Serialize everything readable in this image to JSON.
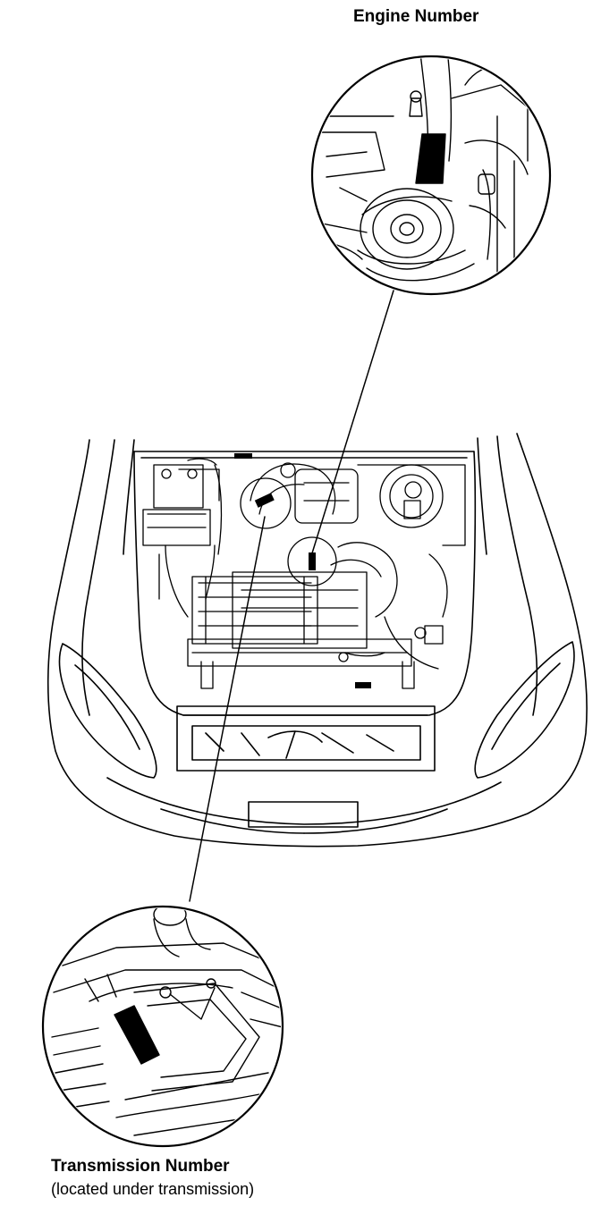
{
  "labels": {
    "engine_number": "Engine Number",
    "transmission_number": "Transmission Number",
    "transmission_location": "(located under transmission)"
  },
  "colors": {
    "line": "#000000",
    "background": "#ffffff",
    "marker": "#000000"
  }
}
